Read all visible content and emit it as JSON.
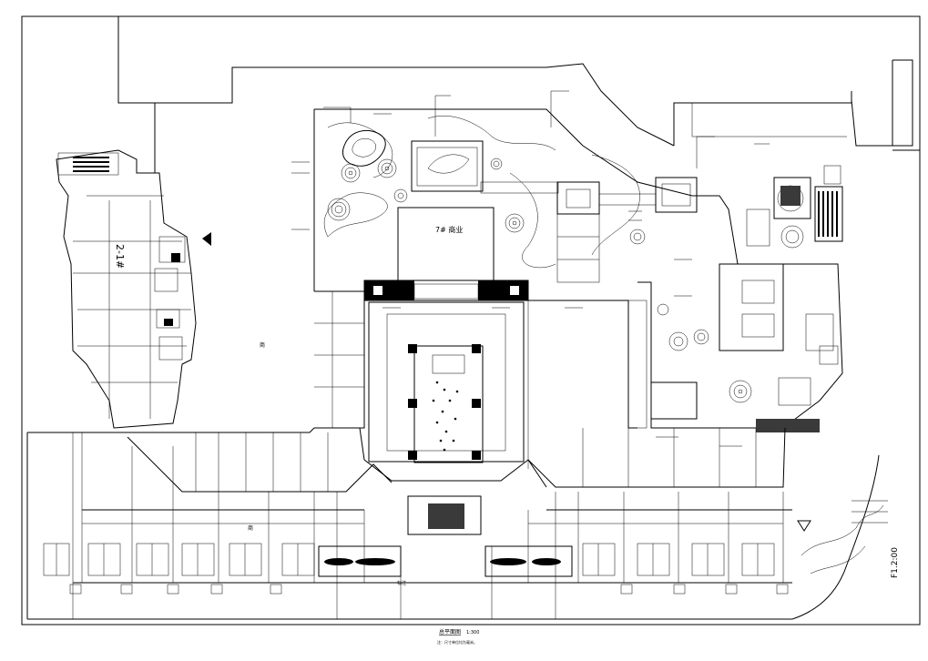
{
  "drawing": {
    "center_hall_label": "7# 商业",
    "west_building_label": "2-1#",
    "title": "总平面图",
    "scale": "1:300",
    "note": "注：尺寸单位均为毫米。",
    "elevation_marker": "F1.2:00",
    "tag_a": "商",
    "tag_b": "商",
    "callout_label": "标注"
  }
}
